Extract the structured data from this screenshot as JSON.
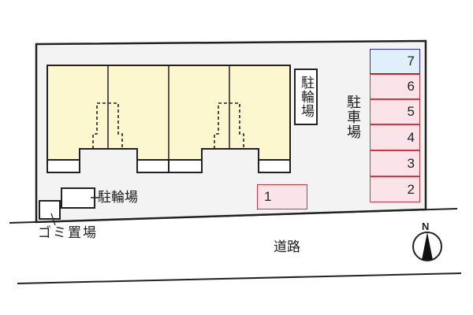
{
  "map": {
    "type": "site-plan",
    "labels": {
      "bicycle_parking_vertical": "駐輪場",
      "bicycle_parking_horizontal": "駐輪場",
      "car_parking": "駐車場",
      "garbage_area": "ゴミ置場",
      "road": "道路",
      "north": "N"
    },
    "parking_spaces": [
      {
        "number": "7",
        "status": "available",
        "color": "#dff0fa",
        "border": "#2a2ad0"
      },
      {
        "number": "6",
        "status": "occupied",
        "color": "#fbe3ea",
        "border": "#e0303a"
      },
      {
        "number": "5",
        "status": "occupied",
        "color": "#fbe3ea",
        "border": "#e0303a"
      },
      {
        "number": "4",
        "status": "occupied",
        "color": "#fbe3ea",
        "border": "#e0303a"
      },
      {
        "number": "3",
        "status": "occupied",
        "color": "#fbe3ea",
        "border": "#e0303a"
      },
      {
        "number": "2",
        "status": "occupied",
        "color": "#fbe3ea",
        "border": "#e0303a"
      },
      {
        "number": "1",
        "status": "occupied",
        "color": "#fbe3ea",
        "border": "#e0303a"
      }
    ],
    "colors": {
      "site_fill": "#f3f3f3",
      "building_fill": "#fdf7cf",
      "outline": "#222222"
    }
  }
}
